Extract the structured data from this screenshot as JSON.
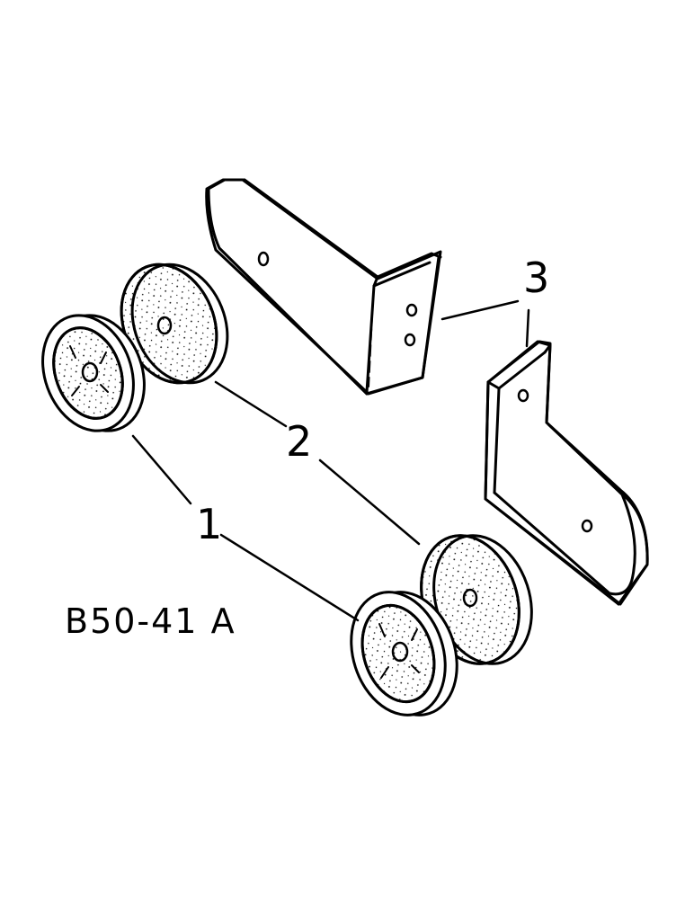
{
  "callouts": {
    "item_1": "1",
    "item_2": "2",
    "item_3": "3"
  },
  "reference_code": "B50-41 A",
  "parts": [
    {
      "callout": "1",
      "icon": "pulley-wheel-icon",
      "count": 2
    },
    {
      "callout": "2",
      "icon": "disc-icon",
      "count": 2
    },
    {
      "callout": "3",
      "icon": "l-bracket-icon",
      "count": 2
    }
  ],
  "colors": {
    "ink": "#000000",
    "paper": "#ffffff"
  }
}
